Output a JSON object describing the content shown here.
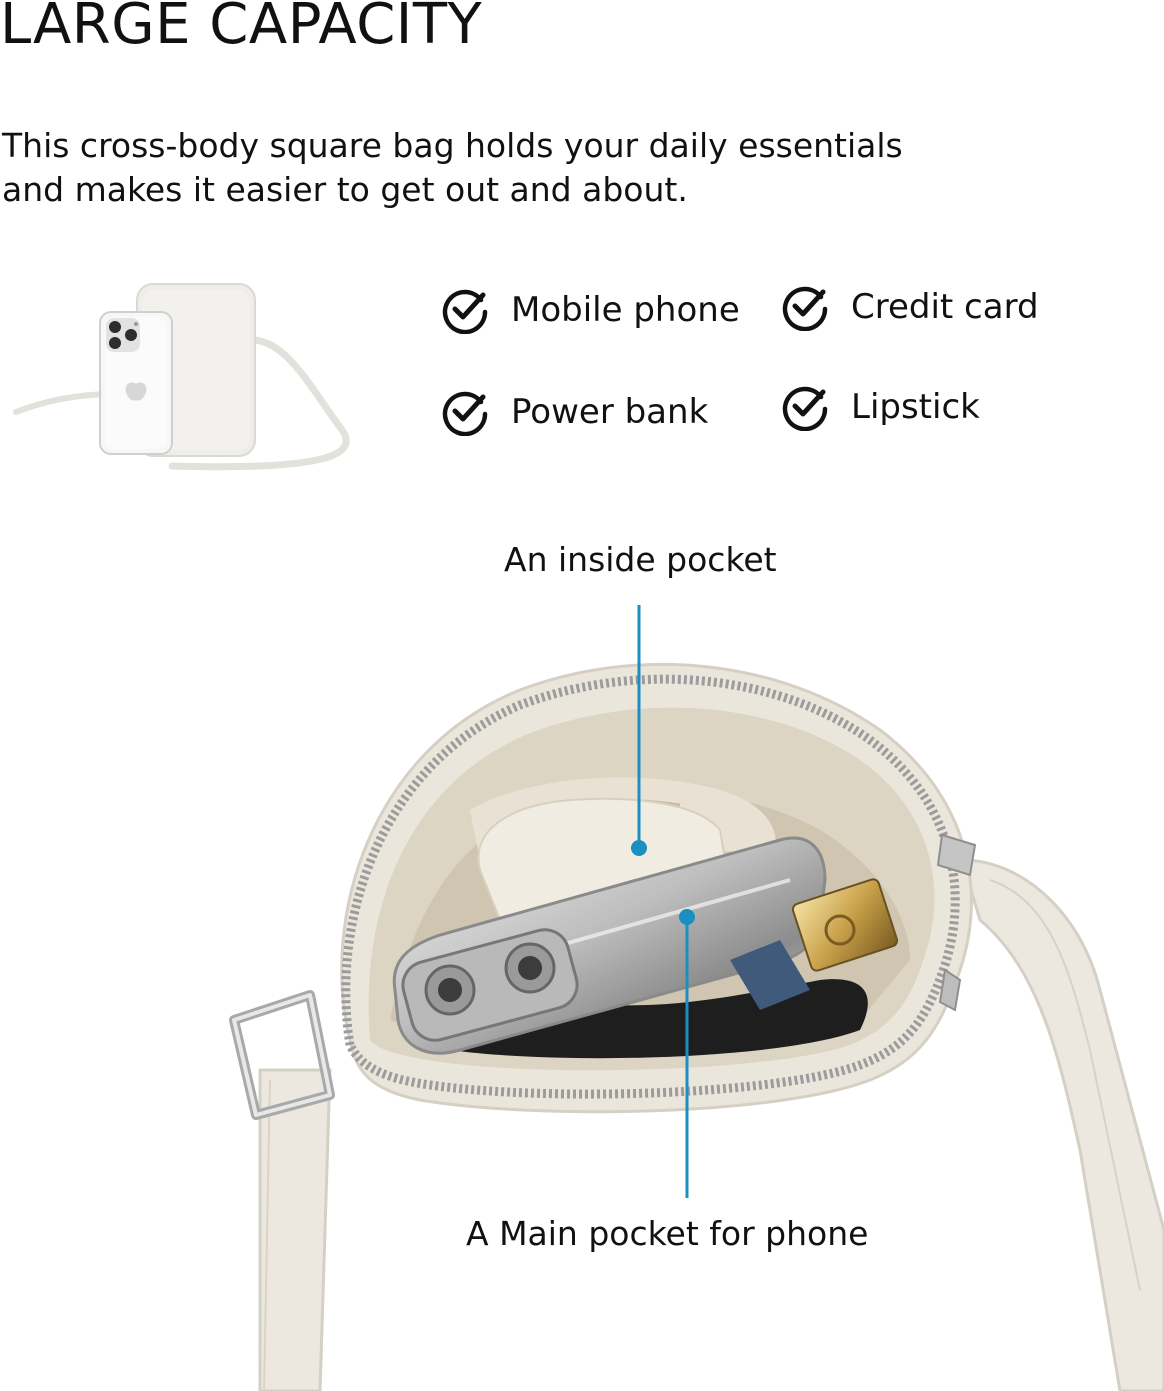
{
  "headline": "LARGE CAPACITY",
  "description": {
    "line1": "This cross-body square bag holds your daily essentials",
    "line2": "and makes it easier to get out and about."
  },
  "features": [
    {
      "label": "Mobile phone",
      "icon": "check-circle-icon"
    },
    {
      "label": "Credit card",
      "icon": "check-circle-icon"
    },
    {
      "label": "Power bank",
      "icon": "check-circle-icon"
    },
    {
      "label": "Lipstick",
      "icon": "check-circle-icon"
    }
  ],
  "callouts": {
    "inside_pocket": "An inside pocket",
    "main_pocket": "A Main pocket for phone"
  },
  "colors": {
    "text": "#111111",
    "accent_line": "#1a8fc0",
    "bag_leather": "#ebe6dc",
    "lining": "#ddd5c4"
  }
}
